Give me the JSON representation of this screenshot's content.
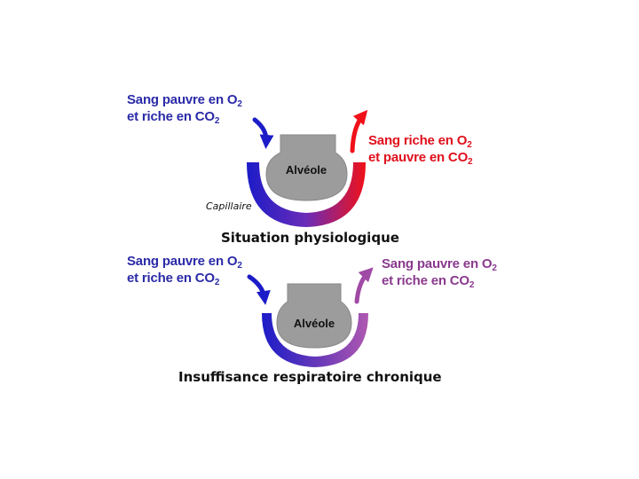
{
  "top": {
    "left_label": {
      "l1": "Sang pauvre en O",
      "l1_sub": "2",
      "l2": "et riche en CO",
      "l2_sub": "2"
    },
    "right_label": {
      "l1": "Sang riche en O",
      "l1_sub": "2",
      "l2": "et pauvre en CO",
      "l2_sub": "2"
    },
    "alveole": "Alvéole",
    "capillaire": "Capillaire",
    "caption": "Situation physiologique"
  },
  "bottom": {
    "left_label": {
      "l1": "Sang pauvre en O",
      "l1_sub": "2",
      "l2": "et riche en CO",
      "l2_sub": "2"
    },
    "right_label": {
      "l1": "Sang pauvre en O",
      "l1_sub": "2",
      "l2": "et riche en CO",
      "l2_sub": "2"
    },
    "alveole": "Alvéole",
    "caption": "Insuffisance respiratoire chronique"
  },
  "colors": {
    "venous_blue": "#1c1cc8",
    "arterial_red": "#f01018",
    "mixed_purple": "#a04aa6",
    "alveole_gray": "#9c9c9c"
  }
}
